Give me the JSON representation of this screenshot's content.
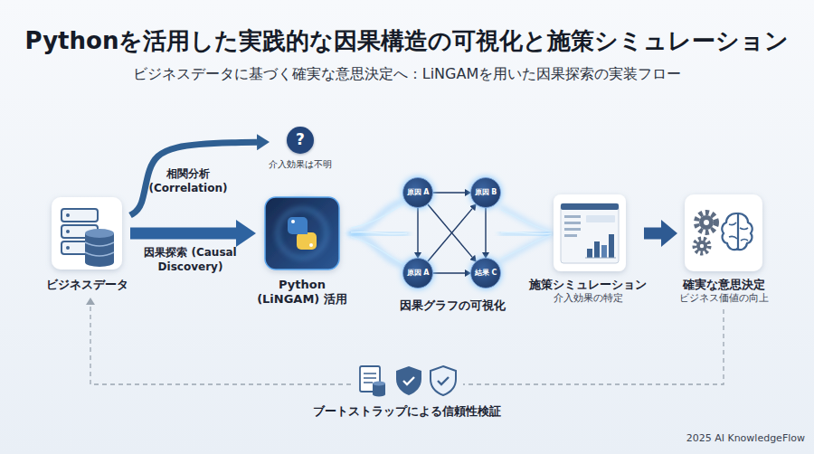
{
  "diagram": {
    "title": "Pythonを活用した実践的な因果構造の可視化と施策シミュレーション",
    "caption": "ビジネスデータに基づく確実な意思決定へ：LiNGAMを用いた因果探索の実装フロー",
    "nodes": [
      {
        "text": [
          "ビジネスデータ"
        ]
      },
      {
        "text": [
          "?",
          "介入効果は不明"
        ]
      },
      {
        "text": [
          "Python (LiNGAM) 活用"
        ]
      },
      {
        "text": [
          "原因 A"
        ]
      },
      {
        "text": [
          "原因 B"
        ]
      },
      {
        "text": [
          "原因 A"
        ]
      },
      {
        "text": [
          "結果 C"
        ]
      },
      {
        "text": [
          "施策シミュレーション",
          "介入効果の特定"
        ]
      },
      {
        "text": [
          "確実な意思決定",
          "ビジネス価値の向上"
        ]
      }
    ],
    "edges": [
      {
        "from": 0,
        "to": 1,
        "label": "相関分析 (Correlation)",
        "arrow": "to"
      },
      {
        "from": 0,
        "to": 2,
        "label": "因果探索 (Causal Discovery)",
        "arrow": "to"
      },
      {
        "from": 3,
        "to": 4,
        "arrow": "to"
      },
      {
        "from": 3,
        "to": 5,
        "arrow": "to"
      },
      {
        "from": 4,
        "to": 6,
        "arrow": "to"
      },
      {
        "from": 3,
        "to": 6,
        "arrow": "to"
      },
      {
        "from": 5,
        "to": 4,
        "arrow": "to"
      },
      {
        "from": 5,
        "to": 6,
        "arrow": "to"
      },
      {
        "from": 7,
        "to": 8,
        "arrow": "to"
      },
      {
        "from": 8,
        "to": 0,
        "label": "ブートストラップによる信頼性検証",
        "arrow": "to"
      }
    ],
    "labels": [
      "因果グラフの可視化",
      "2025 AI KnowledgeFlow"
    ]
  }
}
